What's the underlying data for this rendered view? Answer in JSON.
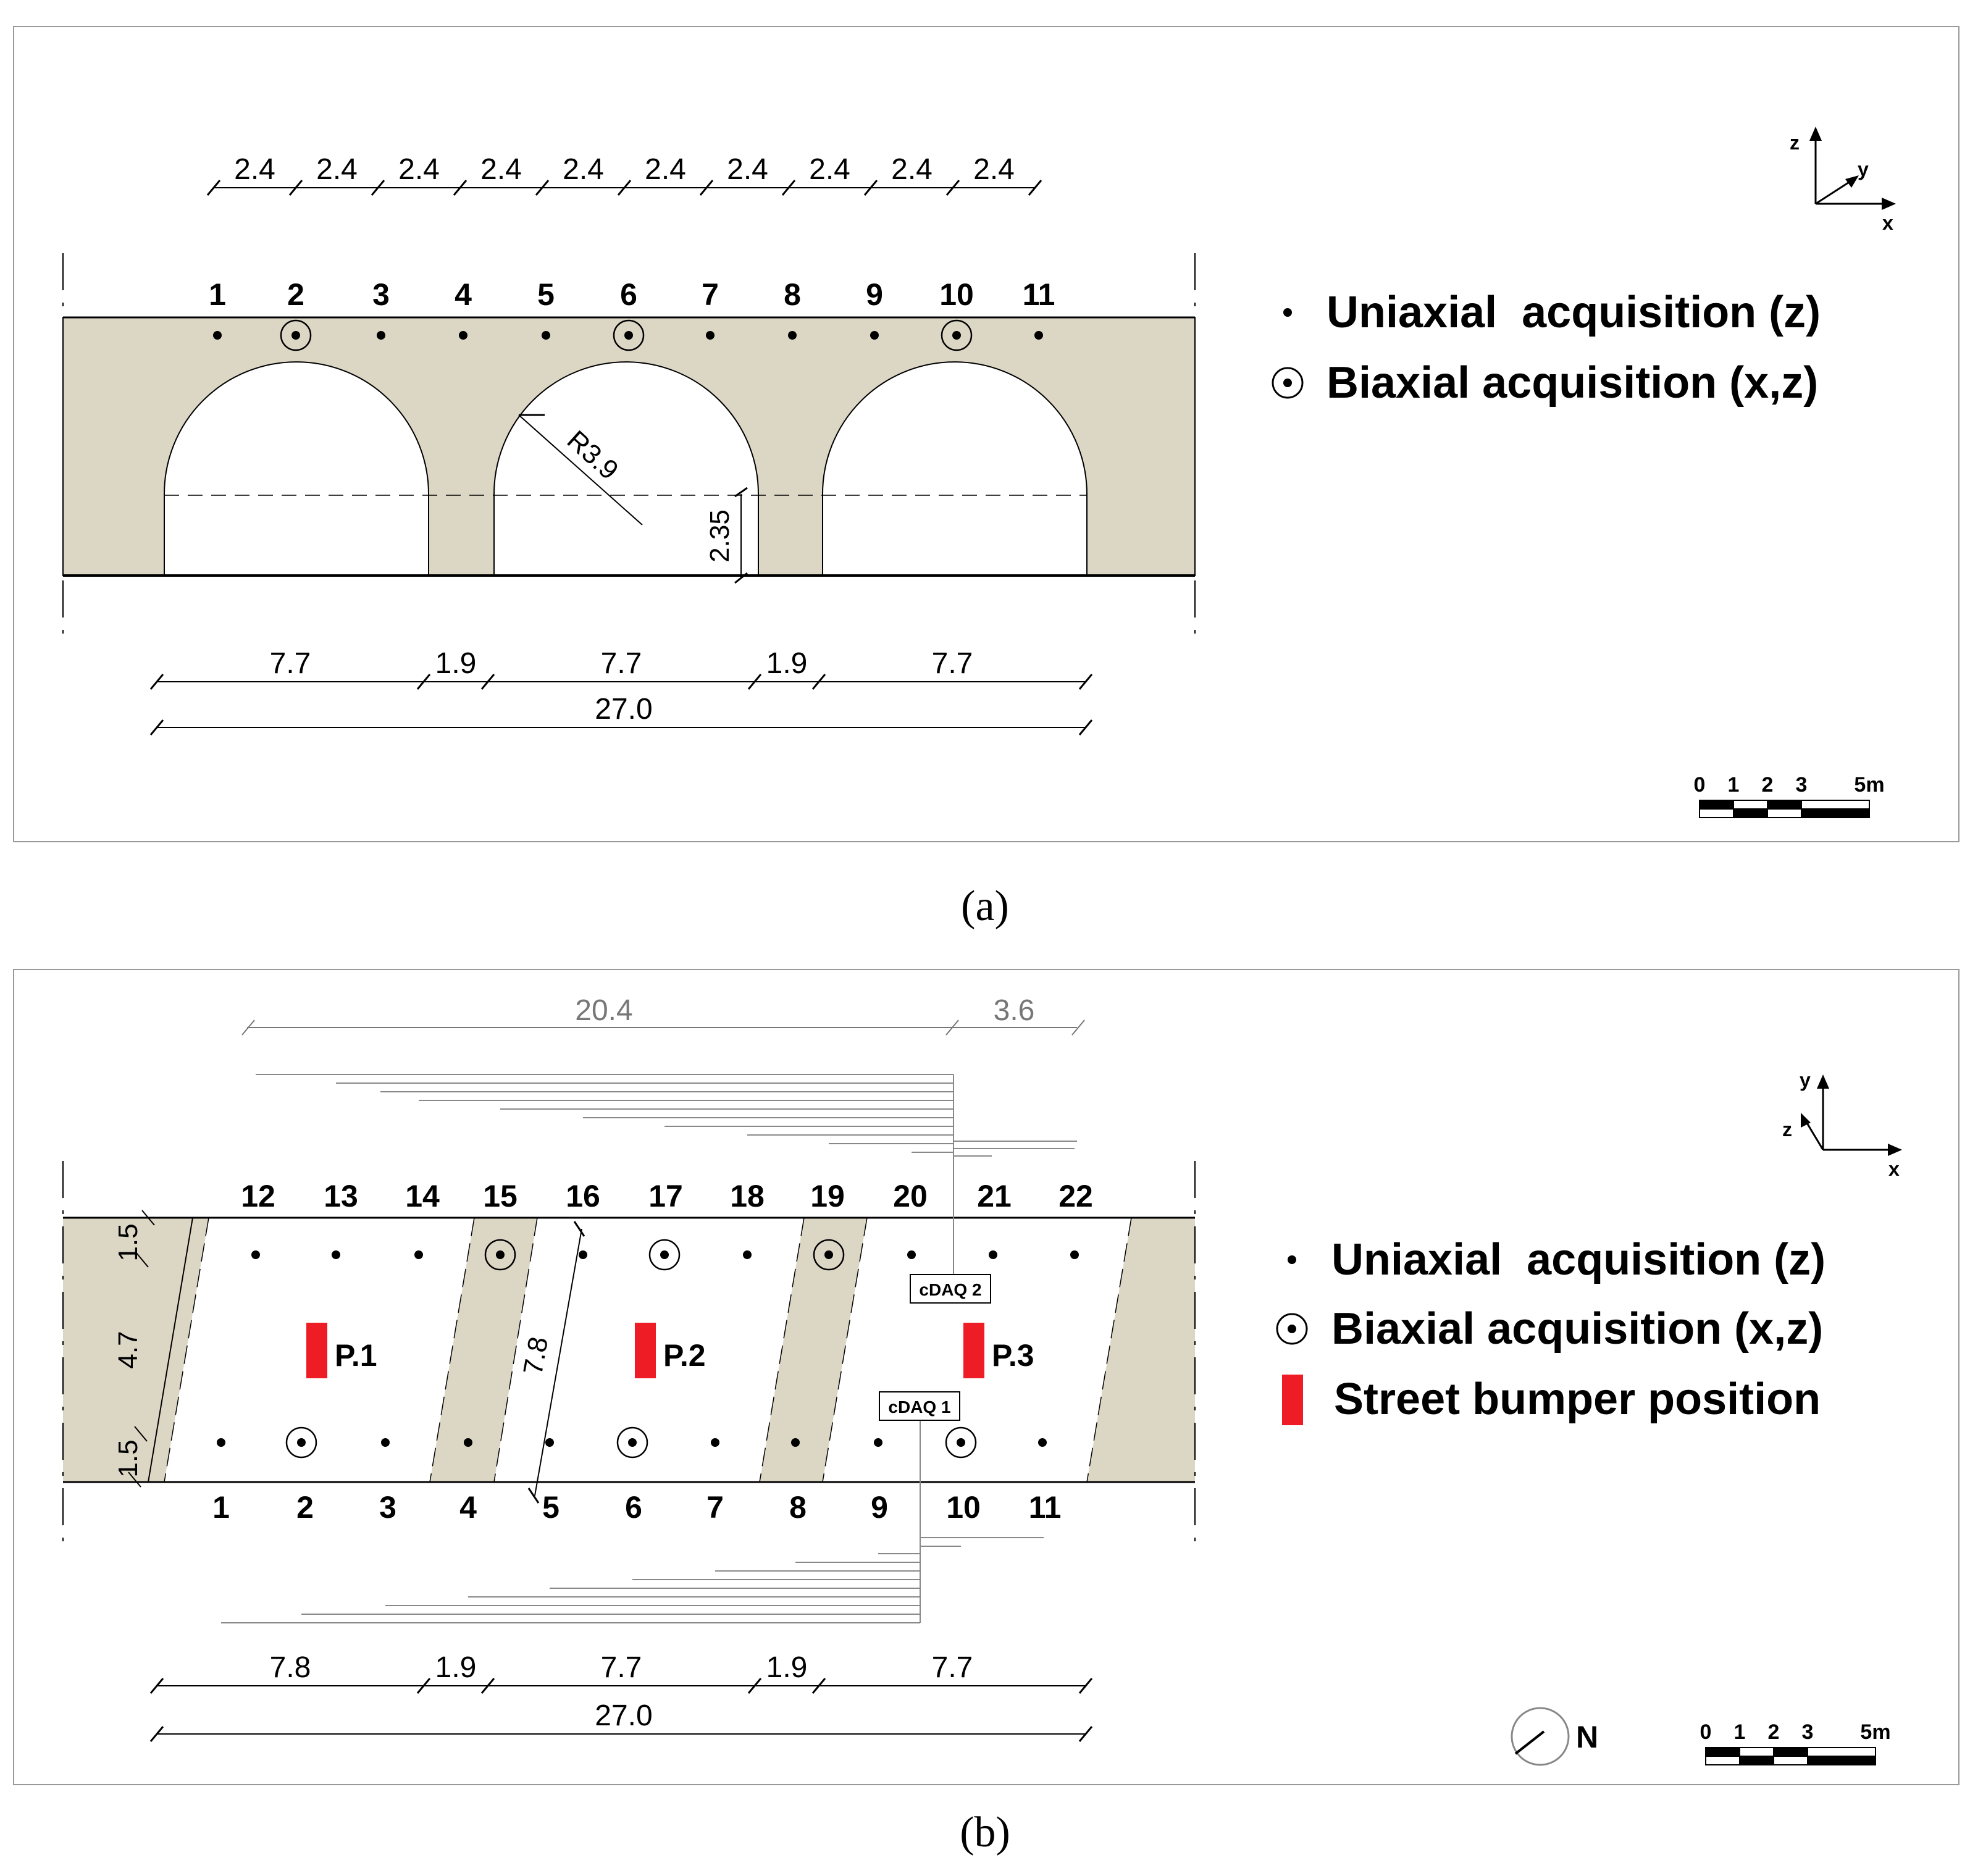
{
  "panel_a": {
    "top_dims": [
      "2.4",
      "2.4",
      "2.4",
      "2.4",
      "2.4",
      "2.4",
      "2.4",
      "2.4",
      "2.4",
      "2.4"
    ],
    "sensors": [
      {
        "label": "1",
        "type": "uniaxial"
      },
      {
        "label": "2",
        "type": "biaxial"
      },
      {
        "label": "3",
        "type": "uniaxial"
      },
      {
        "label": "4",
        "type": "uniaxial"
      },
      {
        "label": "5",
        "type": "uniaxial"
      },
      {
        "label": "6",
        "type": "biaxial"
      },
      {
        "label": "7",
        "type": "uniaxial"
      },
      {
        "label": "8",
        "type": "uniaxial"
      },
      {
        "label": "9",
        "type": "uniaxial"
      },
      {
        "label": "10",
        "type": "biaxial"
      },
      {
        "label": "11",
        "type": "uniaxial"
      }
    ],
    "radius_label": "R3.9",
    "height_label": "2.35",
    "bottom_dims": [
      "7.7",
      "1.9",
      "7.7",
      "1.9",
      "7.7"
    ],
    "total_dim": "27.0",
    "axes": {
      "z": "z",
      "y": "y",
      "x": "x"
    },
    "legend": {
      "uniaxial": "Uniaxial  acquisition (z)",
      "biaxial": "Biaxial acquisition (x,z)"
    },
    "scale_labels": [
      "0",
      "1",
      "2",
      "3",
      "5m"
    ],
    "caption": "(a)"
  },
  "panel_b": {
    "top_dims": [
      "20.4",
      "3.6"
    ],
    "top_row_labels": [
      "12",
      "13",
      "14",
      "15",
      "16",
      "17",
      "18",
      "19",
      "20",
      "21",
      "22"
    ],
    "top_row_types": [
      "uniaxial",
      "uniaxial",
      "uniaxial",
      "biaxial",
      "uniaxial",
      "biaxial",
      "uniaxial",
      "biaxial",
      "uniaxial",
      "uniaxial",
      "uniaxial"
    ],
    "bottom_row_labels": [
      "1",
      "2",
      "3",
      "4",
      "5",
      "6",
      "7",
      "8",
      "9",
      "10",
      "11"
    ],
    "bottom_row_types": [
      "uniaxial",
      "biaxial",
      "uniaxial",
      "uniaxial",
      "uniaxial",
      "biaxial",
      "uniaxial",
      "uniaxial",
      "uniaxial",
      "biaxial",
      "uniaxial"
    ],
    "side_dims": [
      "1.5",
      "4.7",
      "1.5"
    ],
    "diagonal_dim": "7.8",
    "bumpers": [
      "P.1",
      "P.2",
      "P.3"
    ],
    "cdaq": [
      "cDAQ 2",
      "cDAQ 1"
    ],
    "bottom_dims": [
      "7.8",
      "1.9",
      "7.7",
      "1.9",
      "7.7"
    ],
    "total_dim": "27.0",
    "axes": {
      "y": "y",
      "z": "z",
      "x": "x"
    },
    "north": "N",
    "legend": {
      "uniaxial": "Uniaxial  acquisition (z)",
      "biaxial": "Biaxial acquisition (x,z)",
      "bumper": "Street bumper position"
    },
    "scale_labels": [
      "0",
      "1",
      "2",
      "3",
      "5m"
    ],
    "caption": "(b)"
  },
  "colors": {
    "masonry": "#dcd6c5",
    "bumper": "#ee1c24",
    "line": "#000000",
    "grey_text": "#777777"
  }
}
